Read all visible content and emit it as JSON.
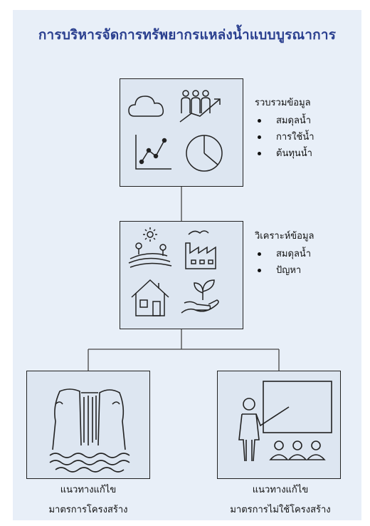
{
  "title": "การบริหารจัดการทรัพยากรแหล่งน้ำแบบบูรณาการ",
  "colors": {
    "panel": "#e8eff8",
    "box": "#dde6f1",
    "title": "#2a3f8f",
    "stroke": "#222222"
  },
  "nodes": {
    "collect": {
      "heading": "รวบรวมข้อมูล",
      "items": [
        "สมดุลน้ำ",
        "การใช้น้ำ",
        "ต้นทุนน้ำ"
      ],
      "icons": [
        "cloud-icon",
        "people-growth-icon",
        "line-chart-icon",
        "pie-chart-icon"
      ]
    },
    "analyze": {
      "heading": "วิเคราะห์ข้อมูล",
      "items": [
        "สมดุลน้ำ",
        "ปัญหา"
      ],
      "icons": [
        "farm-sun-icon",
        "factory-icon",
        "house-icon",
        "hand-plant-icon"
      ]
    },
    "structural": {
      "line1": "แนวทางแก้ไข",
      "line2": "มาตรการโครงสร้าง",
      "icons": [
        "waterfall-icon"
      ]
    },
    "nonstructural": {
      "line1": "แนวทางแก้ไข",
      "line2": "มาตรการไม่ใช้โครงสร้าง",
      "icons": [
        "teacher-board-icon"
      ]
    }
  }
}
